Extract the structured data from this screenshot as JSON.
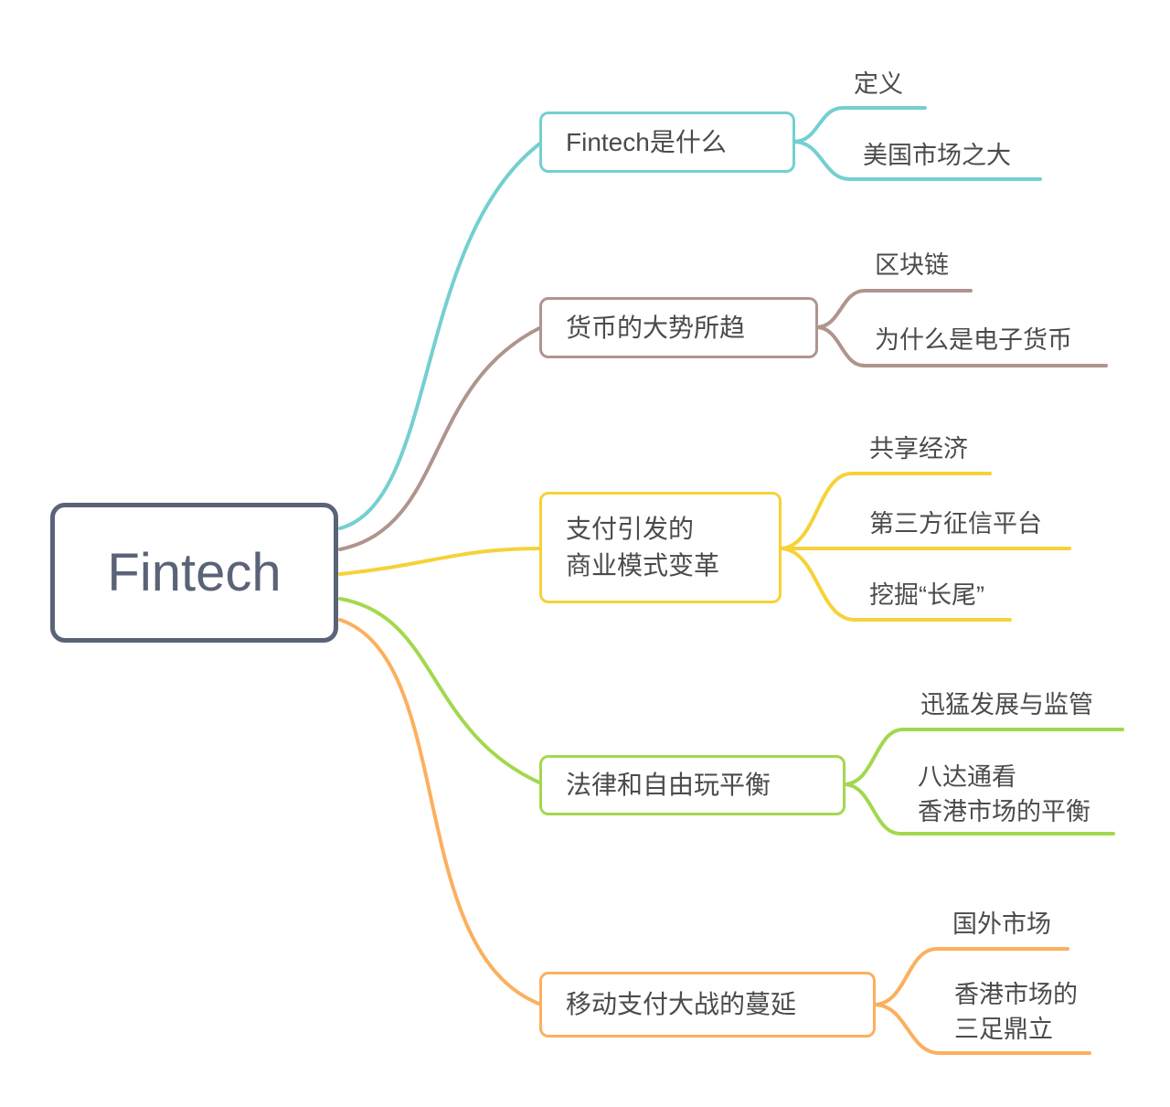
{
  "root": {
    "label": "Fintech",
    "color": "#5a6377"
  },
  "branches": [
    {
      "label": "Fintech是什么",
      "color": "#74cfd1",
      "children": [
        {
          "label": "定义"
        },
        {
          "label": "美国市场之大"
        }
      ]
    },
    {
      "label": "货币的大势所趋",
      "color": "#af948e",
      "children": [
        {
          "label": "区块链"
        },
        {
          "label": "为什么是电子货币"
        }
      ]
    },
    {
      "label": "支付引发的\n商业模式变革",
      "color": "#f5d239",
      "children": [
        {
          "label": "共享经济"
        },
        {
          "label": "第三方征信平台"
        },
        {
          "label": "挖掘“长尾”"
        }
      ]
    },
    {
      "label": "法律和自由玩平衡",
      "color": "#a3d84e",
      "children": [
        {
          "label": "迅猛发展与监管"
        },
        {
          "label": "八达通看\n香港市场的平衡"
        }
      ]
    },
    {
      "label": "移动支付大战的蔓延",
      "color": "#fbb05e",
      "children": [
        {
          "label": "国外市场"
        },
        {
          "label": "香港市场的\n三足鼎立"
        }
      ]
    }
  ]
}
